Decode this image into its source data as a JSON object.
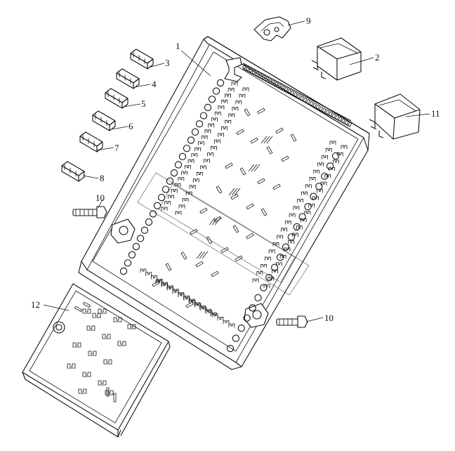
{
  "diagram": {
    "callouts": [
      {
        "id": "label-1",
        "text": "1"
      },
      {
        "id": "label-2",
        "text": "2"
      },
      {
        "id": "label-3",
        "text": "3"
      },
      {
        "id": "label-4",
        "text": "4"
      },
      {
        "id": "label-5",
        "text": "5"
      },
      {
        "id": "label-6",
        "text": "6"
      },
      {
        "id": "label-7",
        "text": "7"
      },
      {
        "id": "label-8",
        "text": "8"
      },
      {
        "id": "label-9",
        "text": "9"
      },
      {
        "id": "label-10a",
        "text": "10"
      },
      {
        "id": "label-10b",
        "text": "10"
      },
      {
        "id": "label-11",
        "text": "11"
      },
      {
        "id": "label-12",
        "text": "12"
      }
    ]
  }
}
